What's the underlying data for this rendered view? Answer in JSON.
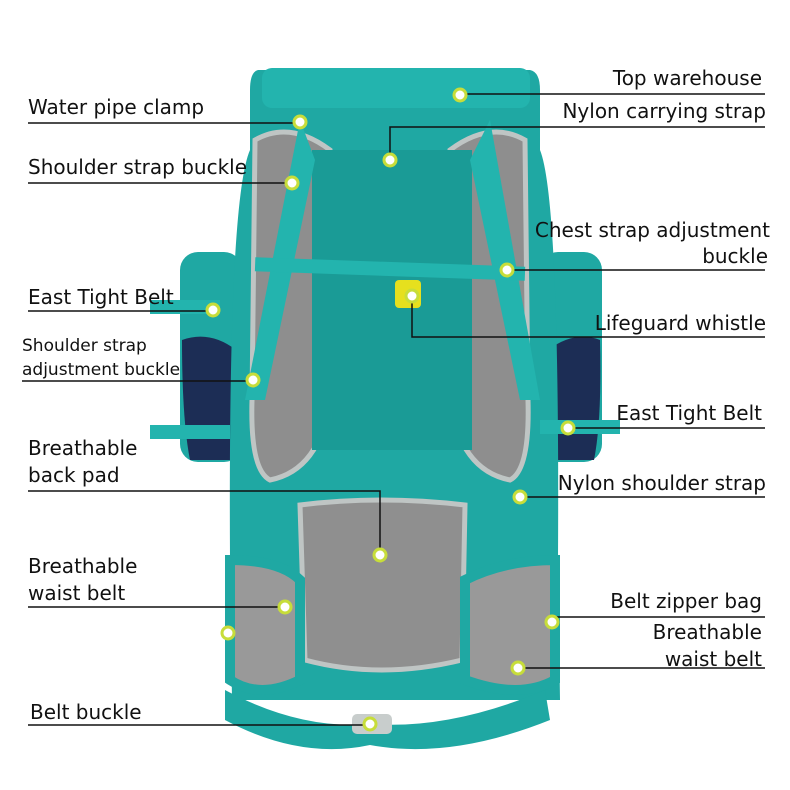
{
  "labels_left": {
    "water_pipe_clamp": "Water pipe clamp",
    "shoulder_strap_buckle": "Shoulder strap buckle",
    "east_tight_belt": "East Tight Belt",
    "shoulder_strap_adjustment_buckle_1": "Shoulder strap",
    "shoulder_strap_adjustment_buckle_2": "adjustment buckle",
    "breathable_back_pad_1": "Breathable",
    "breathable_back_pad_2": "back pad",
    "breathable_waist_belt_1": "Breathable",
    "breathable_waist_belt_2": "waist belt",
    "belt_buckle": "Belt buckle"
  },
  "labels_right": {
    "top_warehouse": "Top warehouse",
    "nylon_carrying_strap": "Nylon carrying strap",
    "chest_strap_adjustment_buckle_1": "Chest strap adjustment",
    "chest_strap_adjustment_buckle_2": "buckle",
    "lifeguard_whistle": "Lifeguard whistle",
    "east_tight_belt": "East Tight Belt",
    "nylon_shoulder_strap": "Nylon shoulder strap",
    "belt_zipper_bag": "Belt zipper bag",
    "breathable_waist_belt_1": "Breathable",
    "breathable_waist_belt_2": "waist belt"
  },
  "colors": {
    "teal": "#1fa8a3",
    "teal_dark": "#178c88",
    "navy": "#1c2d55",
    "mesh": "#8e8e8e",
    "whistle": "#e6e01e"
  }
}
